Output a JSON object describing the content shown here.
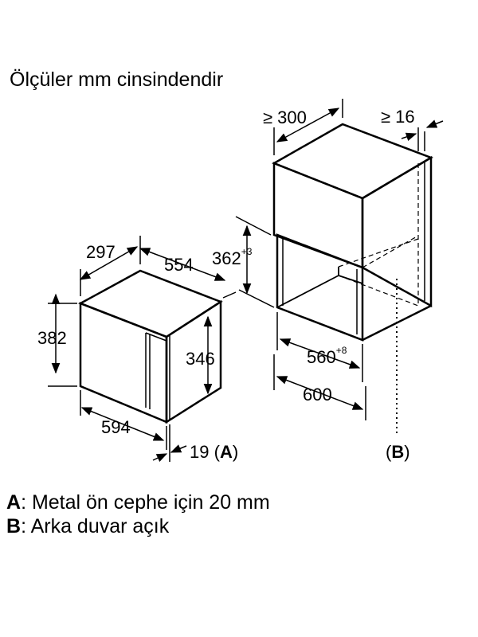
{
  "title": "Ölçüler mm cinsindendir",
  "left_unit": {
    "depth_outer": "297",
    "width_top": "554",
    "height_outer": "382",
    "height_front": "346",
    "width_bottom": "594",
    "front_thickness": "19",
    "label_a": "A"
  },
  "right_niche": {
    "min_top_depth": "≥ 300",
    "min_rear_gap": "≥ 16",
    "niche_height": "362",
    "niche_height_tol": "+3",
    "niche_width": "560",
    "niche_width_tol": "+8",
    "cabinet_width": "600",
    "label_b": "B"
  },
  "notes": [
    {
      "key": "A",
      "text": ": Metal ön cephe için 20 mm"
    },
    {
      "key": "B",
      "text": ": Arka duvar açık"
    }
  ]
}
